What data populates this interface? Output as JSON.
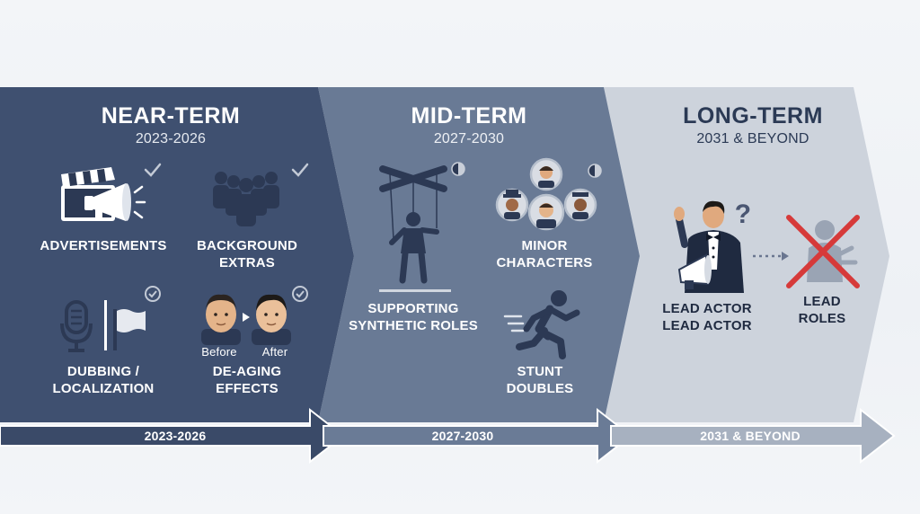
{
  "colors": {
    "near_bg": "#3f5070",
    "mid_bg": "#697a95",
    "long_bg": "#cdd3dc",
    "near_text": "#ffffff",
    "mid_text": "#ffffff",
    "long_text": "#2b3a55",
    "icon_dark": "#2c3954",
    "check_gray": "#c3cad6"
  },
  "phases": {
    "near": {
      "title": "NEAR-TERM",
      "years": "2023-2026",
      "items": {
        "advertisements": "ADVERTISEMENTS",
        "background_extras": "BACKGROUND\nEXTRAS",
        "dubbing": "DUBBING /\nLOCALIZATION",
        "de_aging": "DE-AGING\nEFFECTS",
        "before": "Before",
        "after": "After"
      },
      "icons": [
        "clapperboard-megaphone-icon",
        "crowd-icon",
        "microphone-flag-icon",
        "face-before-after-icon",
        "check-icon"
      ],
      "arrow_label": "2023-2026"
    },
    "mid": {
      "title": "MID-TERM",
      "years": "2027-2030",
      "items": {
        "supporting": "SUPPORTING\nSYNTHETIC ROLES",
        "minor": "MINOR\nCHARACTERS",
        "stunt": "STUNT\nDOUBLES"
      },
      "icons": [
        "marionette-icon",
        "character-faces-icon",
        "running-figure-icon",
        "half-moon-icon"
      ],
      "arrow_label": "2027-2030"
    },
    "long": {
      "title": "LONG-TERM",
      "years": "2031 & BEYOND",
      "items": {
        "lead_actor": "LEAD ACTOR\nLEAD ACTOR",
        "lead_roles": "LEAD\nROLES",
        "question": "?"
      },
      "icons": [
        "tuxedo-actor-icon",
        "crossed-out-figure-icon",
        "question-mark-icon"
      ],
      "arrow_label": "2031 & BEYOND"
    }
  }
}
